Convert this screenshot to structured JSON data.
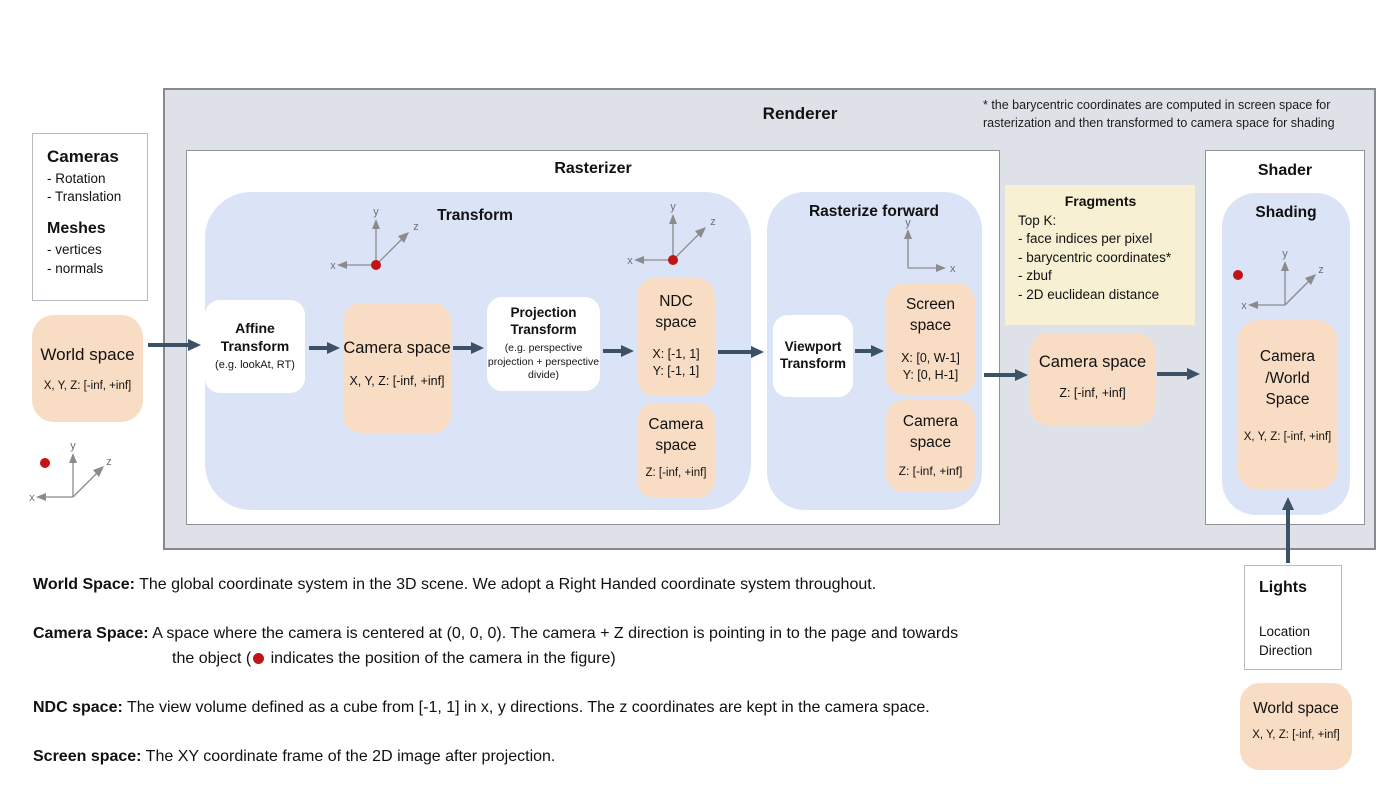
{
  "renderer": {
    "title": "Renderer",
    "note_line1": "* the barycentric coordinates are computed in screen space for",
    "note_line2": "rasterization and then transformed to camera space for shading"
  },
  "rasterizer": {
    "title": "Rasterizer"
  },
  "transform": {
    "title": "Transform",
    "affine": {
      "title": "Affine Transform",
      "subtitle": "(e.g. lookAt, RT)"
    },
    "camera_space": {
      "title": "Camera space",
      "range": "X, Y, Z: [-inf, +inf]"
    },
    "projection": {
      "title": "Projection Transform",
      "subtitle": "(e.g. perspective projection + perspective divide)"
    },
    "ndc": {
      "title": "NDC space",
      "x_range": "X: [-1, 1]",
      "y_range": "Y: [-1, 1]"
    },
    "camera_space_z": {
      "title": "Camera space",
      "range": "Z: [-inf, +inf]"
    }
  },
  "rasterize_forward": {
    "title": "Rasterize forward",
    "viewport": {
      "title": "Viewport Transform"
    },
    "screen": {
      "title": "Screen space",
      "x_range": "X: [0, W-1]",
      "y_range": "Y: [0, H-1]"
    },
    "camera_space_z": {
      "title": "Camera space",
      "range": "Z: [-inf, +inf]"
    }
  },
  "fragments": {
    "title": "Fragments",
    "lines": [
      "Top K:",
      "- face indices per pixel",
      "- barycentric coordinates*",
      "- zbuf",
      "- 2D euclidean distance"
    ]
  },
  "camera_space_mid": {
    "title": "Camera space",
    "range": "Z: [-inf, +inf]"
  },
  "shader": {
    "title": "Shader",
    "shading_title": "Shading",
    "camera_world": {
      "line1": "Camera",
      "line2": "/World",
      "line3": "Space",
      "range": "X, Y, Z: [-inf, +inf]"
    }
  },
  "inputs": {
    "cameras_title": "Cameras",
    "cameras_items": [
      "- Rotation",
      "- Translation"
    ],
    "meshes_title": "Meshes",
    "meshes_items": [
      "- vertices",
      "- normals"
    ],
    "world_space": {
      "title": "World space",
      "range": "X, Y, Z: [-inf, +inf]"
    }
  },
  "lights": {
    "title": "Lights",
    "items": [
      "Location",
      "Direction"
    ],
    "world_space": {
      "title": "World space",
      "range": "X, Y, Z: [-inf, +inf]"
    }
  },
  "definitions": {
    "0": {
      "label": "World Space:",
      "text": " The global coordinate system in the 3D scene. We adopt a Right Handed coordinate system throughout."
    },
    "1": {
      "label": "Camera Space:",
      "text": " A space where the camera is centered at (0, 0, 0). The camera + Z direction is pointing in to the page and towards",
      "text2_pre": "the object (",
      "text2_post": " indicates the position of the camera in the figure)"
    },
    "2": {
      "label": "NDC space:",
      "text": " The view volume defined as a cube from [-1, 1] in x, y directions. The z coordinates are kept in the camera space."
    },
    "3": {
      "label": "Screen space:",
      "text": " The XY coordinate frame of the 2D image after projection."
    }
  },
  "axes": {
    "x": "x",
    "y": "y",
    "z": "z"
  },
  "colors": {
    "c_arrow": "#3d5166",
    "c_blue": "#dbe4f7",
    "c_orange": "#f8dcc3",
    "c_yellow": "#f7f0d2",
    "c_gray": "#dee1e8",
    "c_red": "#c11414",
    "c_border": "#8f9399"
  }
}
